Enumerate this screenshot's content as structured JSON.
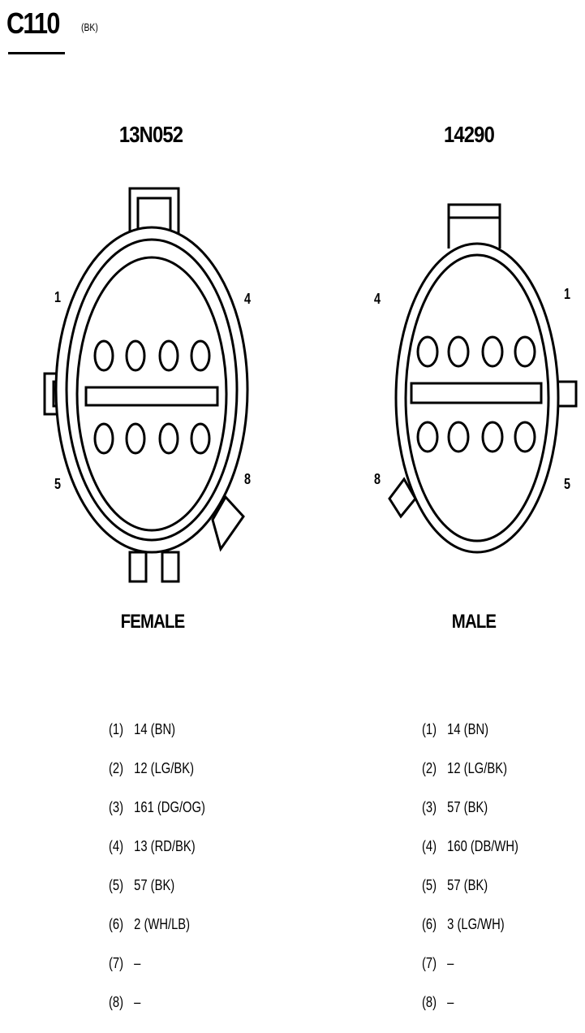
{
  "header": {
    "connector_id": "C110",
    "color": "(BK)"
  },
  "left": {
    "part_number": "13N052",
    "gender": "FEMALE",
    "pin_labels": {
      "p1": "1",
      "p4": "4",
      "p5": "5",
      "p8": "8"
    },
    "pins": [
      {
        "num": "(1)",
        "wire": "14 (BN)"
      },
      {
        "num": "(2)",
        "wire": "12 (LG/BK)"
      },
      {
        "num": "(3)",
        "wire": "161 (DG/OG)"
      },
      {
        "num": "(4)",
        "wire": "13 (RD/BK)"
      },
      {
        "num": "(5)",
        "wire": "57 (BK)"
      },
      {
        "num": "(6)",
        "wire": "2 (WH/LB)"
      },
      {
        "num": "(7)",
        "wire": "–"
      },
      {
        "num": "(8)",
        "wire": "–"
      }
    ]
  },
  "right": {
    "part_number": "14290",
    "gender": "MALE",
    "pin_labels": {
      "p1": "1",
      "p4": "4",
      "p5": "5",
      "p8": "8"
    },
    "pins": [
      {
        "num": "(1)",
        "wire": "14 (BN)"
      },
      {
        "num": "(2)",
        "wire": "12 (LG/BK)"
      },
      {
        "num": "(3)",
        "wire": "57 (BK)"
      },
      {
        "num": "(4)",
        "wire": "160 (DB/WH)"
      },
      {
        "num": "(5)",
        "wire": "57 (BK)"
      },
      {
        "num": "(6)",
        "wire": "3 (LG/WH)"
      },
      {
        "num": "(7)",
        "wire": "–"
      },
      {
        "num": "(8)",
        "wire": "–"
      }
    ]
  }
}
